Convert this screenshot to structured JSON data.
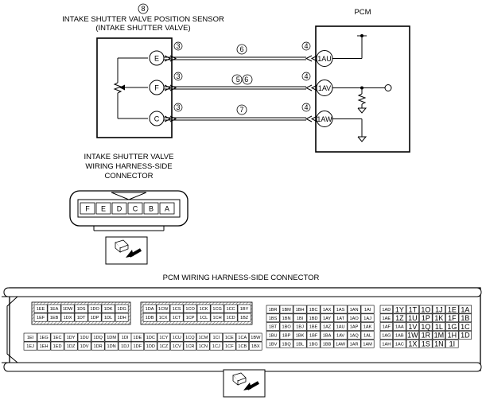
{
  "sensor": {
    "ref_num": "8",
    "title": "INTAKE SHUTTER VALVE POSITION SENSOR",
    "subtitle": "(INTAKE SHUTTER VALVE)",
    "pins": [
      "E",
      "F",
      "C"
    ],
    "pin_note": "3"
  },
  "pcm": {
    "title": "PCM",
    "pins": [
      "1AU",
      "1AV",
      "1AW"
    ],
    "pin_note": "4"
  },
  "wires": [
    {
      "note": "6"
    },
    {
      "note": "5 6"
    },
    {
      "note": "7"
    }
  ],
  "harness_connector": {
    "title_lines": [
      "INTAKE SHUTTER VALVE",
      "WIRING HARNESS-SIDE",
      "CONNECTOR"
    ],
    "terminals": [
      "F",
      "E",
      "D",
      "C",
      "B",
      "A"
    ]
  },
  "pcm_connector": {
    "title": "PCM WIRING HARNESS-SIDE CONNECTOR",
    "group1": [
      [
        "1EE",
        "1EA",
        "1DW",
        "1DS",
        "1DO",
        "1DK",
        "1DG"
      ],
      [
        "1EF",
        "1EB",
        "1DX",
        "1DT",
        "1DP",
        "1DL",
        "1DH"
      ]
    ],
    "group2": [
      [
        "1DA",
        "1CW",
        "1CS",
        "1CO",
        "1CK",
        "1CG",
        "1CC",
        "1BY"
      ],
      [
        "1DB",
        "1CX",
        "1CT",
        "1CP",
        "1CL",
        "1CH",
        "1CD",
        "1BZ"
      ]
    ],
    "group3": [
      [
        "1EI",
        "1EG",
        "1EC",
        "1DY",
        "1DU",
        "1DQ",
        "1DM",
        "1DI"
      ],
      [
        "1EJ",
        "1EH",
        "1ED",
        "1DZ",
        "1DV",
        "1DR",
        "1DN",
        "1DJ"
      ]
    ],
    "group4": [
      [
        "1DE",
        "1DC",
        "1CY",
        "1CU",
        "1CQ",
        "1CM",
        "1CI",
        "1CE",
        "1CA",
        "1BW"
      ],
      [
        "1DF",
        "1DD",
        "1CZ",
        "1CV",
        "1CR",
        "1CN",
        "1CJ",
        "1CF",
        "1CB",
        "1BX"
      ]
    ],
    "group5": [
      [
        "1BR",
        "1BM",
        "1BH",
        "1BC",
        "1AX",
        "1AS",
        "1AN",
        "1AI"
      ],
      [
        "1BS",
        "1BN",
        "1BI",
        "1BD",
        "1AY",
        "1AT",
        "1AO",
        "1AJ"
      ],
      [
        "1BT",
        "1BO",
        "1BJ",
        "1BE",
        "1AZ",
        "1AU",
        "1AP",
        "1AK"
      ],
      [
        "1BU",
        "1BP",
        "1BK",
        "1BF",
        "1BA",
        "1AV",
        "1AQ",
        "1AL"
      ],
      [
        "1BV",
        "1BQ",
        "1BL",
        "1BG",
        "1BB",
        "1AW",
        "1AR",
        "1AM"
      ]
    ],
    "group6": [
      [
        "1AD",
        "1Y",
        "1T",
        "1O",
        "1J",
        "1E",
        "1A"
      ],
      [
        "1AE",
        "1Z",
        "1U",
        "1P",
        "1K",
        "1F",
        "1B"
      ],
      [
        "1AF",
        "1AA",
        "1V",
        "1Q",
        "1L",
        "1G",
        "1C"
      ],
      [
        "1AG",
        "1AB",
        "1W",
        "1R",
        "1M",
        "1H",
        "1D"
      ],
      [
        "1AH",
        "1AC",
        "1X",
        "1S",
        "1N",
        "1I"
      ]
    ]
  }
}
